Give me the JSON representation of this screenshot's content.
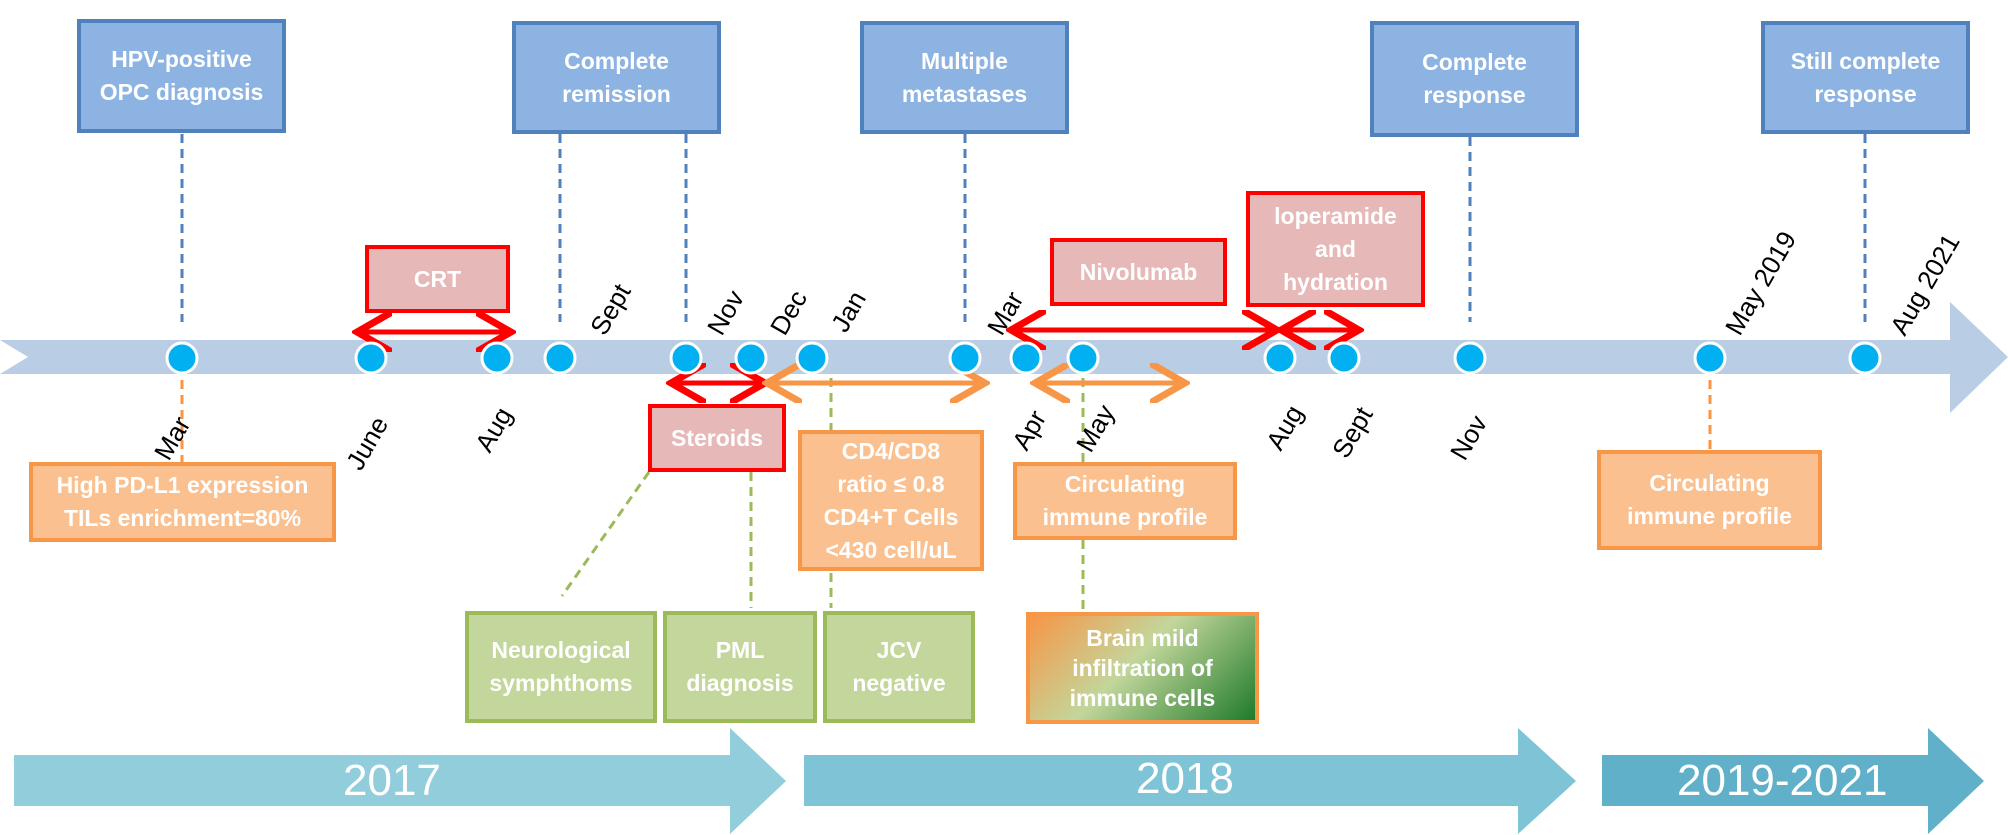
{
  "events_top": [
    {
      "id": "hpv",
      "text": "HPV-positive\nOPC diagnosis"
    },
    {
      "id": "remission",
      "text": "Complete\nremission"
    },
    {
      "id": "metastases",
      "text": "Multiple\nmetastases"
    },
    {
      "id": "complete-response",
      "text": "Complete\nresponse"
    },
    {
      "id": "still-complete",
      "text": "Still complete\nresponse"
    }
  ],
  "treatments": [
    {
      "id": "crt",
      "text": "CRT"
    },
    {
      "id": "nivolumab",
      "text": "Nivolumab"
    },
    {
      "id": "loperamide",
      "text": "loperamide\nand\nhydration"
    },
    {
      "id": "steroids",
      "text": "Steroids"
    }
  ],
  "findings_orange": [
    {
      "id": "pdl1",
      "text": "High PD-L1 expression\nTILs enrichment=80%"
    },
    {
      "id": "cd4cd8",
      "text": "CD4/CD8\nratio ≤ 0.8\nCD4+T Cells\n<430 cell/uL"
    },
    {
      "id": "circ1",
      "text": "Circulating\nimmune profile"
    },
    {
      "id": "circ2",
      "text": "Circulating\nimmune profile"
    }
  ],
  "findings_green": [
    {
      "id": "neuro",
      "text": "Neurological\nsymphthoms"
    },
    {
      "id": "pml",
      "text": "PML\ndiagnosis"
    },
    {
      "id": "jcv",
      "text": "JCV\nnegative"
    },
    {
      "id": "brain",
      "text": "Brain mild\ninfiltration of\nimmune cells"
    }
  ],
  "labels_above": [
    "Sept",
    "Nov",
    "Dec",
    "Jan",
    "Mar",
    "May 2019",
    "Aug 2021"
  ],
  "labels_below": [
    "Mar",
    "June",
    "Aug",
    "Apr",
    "May",
    "Aug",
    "Sept",
    "Nov"
  ],
  "years": [
    "2017",
    "2018",
    "2019-2021"
  ],
  "colors": {
    "timeline": "#b9cde5",
    "dot": "#00b0f0",
    "year_arrow": "#92cddc",
    "year_arrow_dark": "#5fb0c8",
    "red": "#ff0000",
    "orange": "#f79646",
    "green": "#9bbb59",
    "blue_dash": "#4f81bd"
  }
}
